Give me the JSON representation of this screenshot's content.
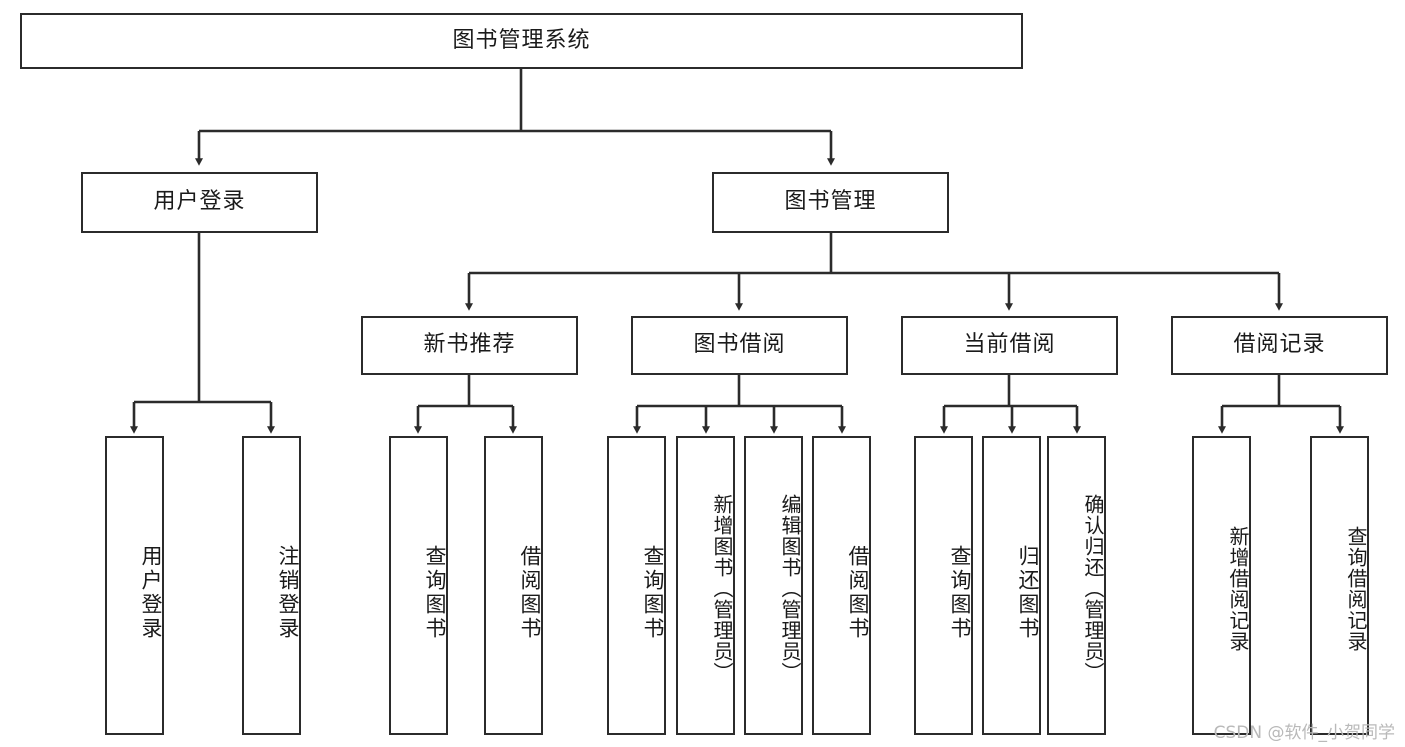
{
  "diagram": {
    "title": "图书管理系统",
    "type": "hierarchy-tree",
    "orientation": "top-down",
    "levels": 4,
    "root": {
      "id": "root",
      "label": "图书管理系统"
    },
    "level1": [
      {
        "id": "user-login",
        "label": "用户登录"
      },
      {
        "id": "book-manage",
        "label": "图书管理"
      }
    ],
    "level2": [
      {
        "id": "new-book-rec",
        "label": "新书推荐",
        "parent": "book-manage"
      },
      {
        "id": "book-borrow",
        "label": "图书借阅",
        "parent": "book-manage"
      },
      {
        "id": "current-borrow",
        "label": "当前借阅",
        "parent": "book-manage"
      },
      {
        "id": "borrow-record",
        "label": "借阅记录",
        "parent": "book-manage"
      }
    ],
    "leaves": {
      "user-login": [
        {
          "id": "leaf-user-login",
          "label": "用户登录"
        },
        {
          "id": "leaf-logout",
          "label": "注销登录"
        }
      ],
      "new-book-rec": [
        {
          "id": "leaf-query-book-1",
          "label": "查询图书"
        },
        {
          "id": "leaf-borrow-book-1",
          "label": "借阅图书"
        }
      ],
      "book-borrow": [
        {
          "id": "leaf-query-book-2",
          "label": "查询图书"
        },
        {
          "id": "leaf-add-book",
          "label": "新增图书（管理员）"
        },
        {
          "id": "leaf-edit-book",
          "label": "编辑图书（管理员）"
        },
        {
          "id": "leaf-borrow-book-2",
          "label": "借阅图书"
        }
      ],
      "current-borrow": [
        {
          "id": "leaf-query-book-3",
          "label": "查询图书"
        },
        {
          "id": "leaf-return-book",
          "label": "归还图书"
        },
        {
          "id": "leaf-confirm-return",
          "label": "确认归还（管理员）"
        }
      ],
      "borrow-record": [
        {
          "id": "leaf-add-record",
          "label": "新增借阅记录"
        },
        {
          "id": "leaf-query-record",
          "label": "查询借阅记录"
        }
      ]
    }
  },
  "watermark": {
    "text": "CSDN @软件_小贺同学"
  },
  "colors": {
    "border": "#2b2b2b",
    "text": "#1a1a1a",
    "background": "#ffffff",
    "edge": "#2b2b2b",
    "watermark": "#b9b9b9"
  }
}
